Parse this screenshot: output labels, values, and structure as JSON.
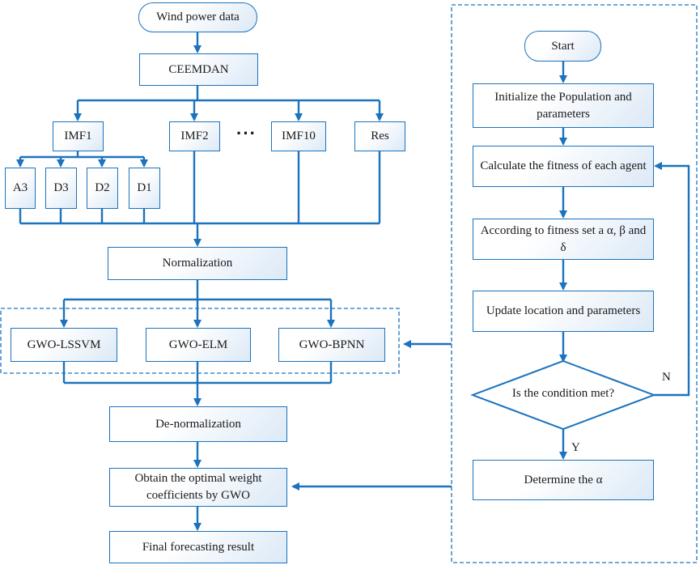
{
  "left_flow": {
    "wind_data": "Wind power data",
    "ceemdan": "CEEMDAN",
    "imf1": "IMF1",
    "imf2": "IMF2",
    "ellipsis": "···",
    "imf10": "IMF10",
    "res": "Res",
    "a3": "A3",
    "d3": "D3",
    "d2": "D2",
    "d1": "D1",
    "normalization": "Normalization",
    "gwo_lssvm": "GWO-LSSVM",
    "gwo_elm": "GWO-ELM",
    "gwo_bpnn": "GWO-BPNN",
    "denormalization": "De-normalization",
    "optimal_weight": "Obtain the optimal weight coefficients by GWO",
    "final_result": "Final forecasting result"
  },
  "right_flow": {
    "start": "Start",
    "init": "Initialize the Population and parameters",
    "fitness": "Calculate the fitness of each agent",
    "according": "According to fitness set a α, β and δ",
    "update": "Update location and parameters",
    "condition": "Is the condition met?",
    "no_label": "N",
    "yes_label": "Y",
    "determine": "Determine the α"
  },
  "colors": {
    "line": "#1b73bd",
    "box_fill_end": "#dce9f6"
  }
}
